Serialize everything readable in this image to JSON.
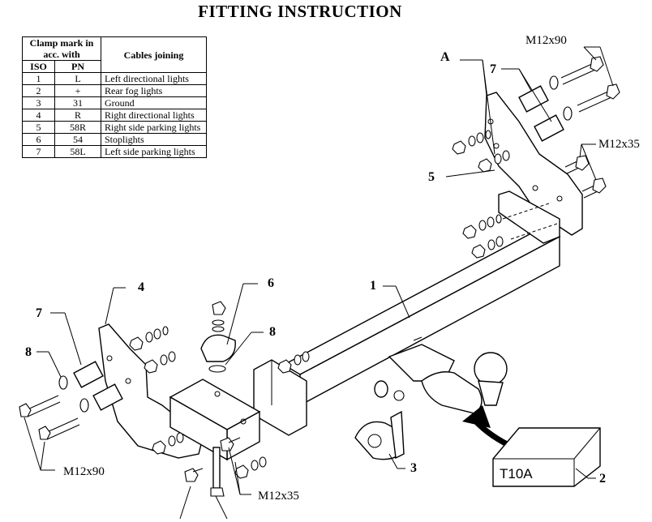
{
  "title": "FITTING INSTRUCTION",
  "table": {
    "header_clamp": "Clamp mark in acc. with",
    "header_cables": "Cables joining",
    "col_iso": "ISO",
    "col_pn": "PN",
    "rows": [
      {
        "iso": "1",
        "pn": "L",
        "desc": "Left directional lights"
      },
      {
        "iso": "2",
        "pn": "+",
        "desc": "Rear fog lights"
      },
      {
        "iso": "3",
        "pn": "31",
        "desc": "Ground"
      },
      {
        "iso": "4",
        "pn": "R",
        "desc": "Right directional lights"
      },
      {
        "iso": "5",
        "pn": "58R",
        "desc": "Right side parking lights"
      },
      {
        "iso": "6",
        "pn": "54",
        "desc": "Stoplights"
      },
      {
        "iso": "7",
        "pn": "58L",
        "desc": "Left side parking lights"
      }
    ]
  },
  "callouts": {
    "part_1": "1",
    "part_2": "2",
    "part_3": "3",
    "part_4": "4",
    "part_5": "5",
    "part_6": "6",
    "part_7_left": "7",
    "part_7_right": "7",
    "part_8_left": "8",
    "part_8_mid": "8",
    "part_A": "A",
    "bolt_m12x90_top": "M12x90",
    "bolt_m12x35_top": "M12x35",
    "bolt_m12x90_bottom": "M12x90",
    "bolt_m12x35_bottom": "M12x35",
    "box_label": "T10A"
  }
}
